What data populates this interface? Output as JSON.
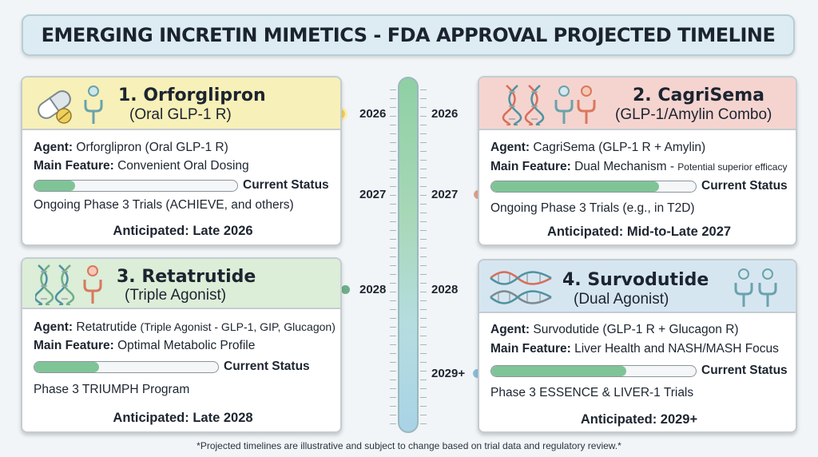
{
  "title": "EMERGING INCRETIN MIMETICS - FDA APPROVAL PROJECTED TIMELINE",
  "status_label": "Current Status",
  "timeline": {
    "left_years": [
      "2026",
      "2027",
      "2028"
    ],
    "right_years": [
      "2026",
      "2027",
      "2028",
      "2029+"
    ]
  },
  "cards": [
    {
      "title": "1. Orforglipron",
      "subtitle": "(Oral GLP-1 R)",
      "agent_label": "Agent:",
      "agent_value": "Orforglipron (Oral GLP-1 R)",
      "feature_label": "Main Feature:",
      "feature_value": "Convenient Oral Dosing",
      "progress": 0.2,
      "status_text": "Ongoing Phase 3 Trials (ACHIEVE, and others)",
      "anticipated": "Anticipated: Late 2026",
      "header_color": "#f7f0b8"
    },
    {
      "title": "2. CagriSema",
      "subtitle": "(GLP-1/Amylin Combo)",
      "agent_label": "Agent:",
      "agent_value": "CagriSema (GLP-1 R + Amylin)",
      "feature_label": "Main Feature:",
      "feature_value": "Dual Mechanism -",
      "feature_note": "Potential superior efficacy",
      "progress": 0.82,
      "status_text": "Ongoing Phase 3 Trials (e.g., in T2D)",
      "anticipated": "Anticipated: Mid-to-Late 2027",
      "header_color": "#f5d4cf"
    },
    {
      "title": "3. Retatrutide",
      "subtitle": "(Triple Agonist)",
      "agent_label": "Agent:",
      "agent_value": "Retatrutide",
      "agent_note": "(Triple Agonist - GLP-1, GIP, Glucagon)",
      "feature_label": "Main Feature:",
      "feature_value": "Optimal Metabolic Profile",
      "progress": 0.35,
      "status_text": "Phase 3 TRIUMPH Program",
      "anticipated": "Anticipated: Late 2028",
      "header_color": "#dcedd8"
    },
    {
      "title": "4. Survodutide",
      "subtitle": "(Dual Agonist)",
      "agent_label": "Agent:",
      "agent_value": "Survodutide (GLP-1 R + Glucagon R)",
      "feature_label": "Main Feature:",
      "feature_value": "Liver Health and NASH/MASH Focus",
      "progress": 0.66,
      "status_text": "Phase 3 ESSENCE & LIVER-1 Trials",
      "anticipated": "Anticipated: 2029+",
      "header_color": "#d6e6f1"
    }
  ],
  "footnote": "*Projected timelines are illustrative and subject to change based on trial data and regulatory review.*"
}
